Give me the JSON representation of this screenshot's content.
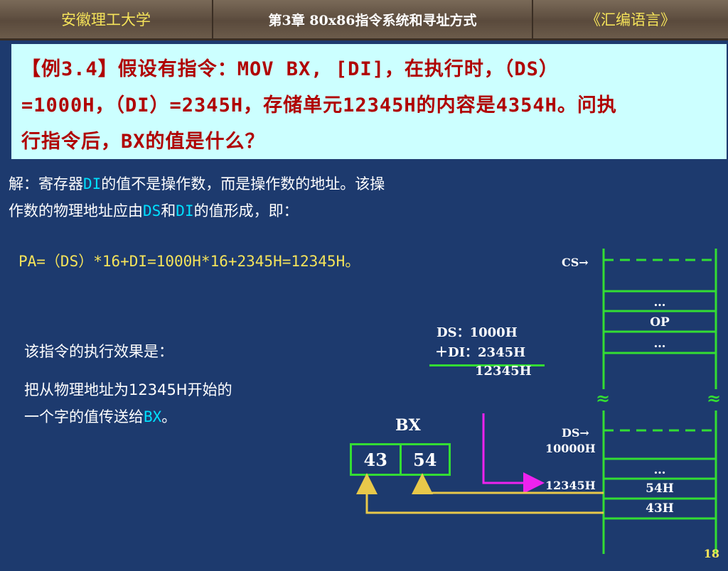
{
  "header": {
    "university": "安徽理工大学",
    "chapter": "第3章   80x86指令系统和寻址方式",
    "course": "《汇编语言》"
  },
  "question": {
    "line1": "【例3.4】假设有指令：MOV    BX, [DI]，在执行时，（DS）",
    "line2": "=1000H，（DI）=2345H，存储单元12345H的内容是4354H。问执",
    "line3": "行指令后，BX的值是什么？"
  },
  "solution": {
    "s1": "解：寄存器",
    "r1": "DI",
    "s2": "的值不是操作数，而是操作数的地址。该操",
    "s3": "作数的物理地址应由",
    "r2": "DS",
    "s4": "和",
    "r3": "DI",
    "s5": "的值形成，即：",
    "formula": "PA=（DS）*16+DI=1000H*16+2345H=12345H。"
  },
  "effect": {
    "intro": "该指令的执行效果是：",
    "p1": "把从物理地址为12345H开始的",
    "p2": "一个字的值传送给",
    "reg": "BX",
    "end": "。"
  },
  "calc": {
    "line1": "DS：1000H",
    "line2": "＋DI：2345H",
    "result": "12345H"
  },
  "bx": {
    "title": "BX",
    "high": "43",
    "low": "54"
  },
  "memory": {
    "cs_label": "CS→",
    "ds_label": "DS→",
    "ds_addr": "10000H",
    "target_addr": "12345H",
    "cells": [
      "…",
      "OP",
      "…",
      "…",
      "54H",
      "43H"
    ],
    "break": "≈"
  },
  "page_number": "18",
  "colors": {
    "background": "#1d3a6e",
    "question_bg": "#ccffff",
    "question_text": "#b00000",
    "highlight_yellow": "#f5e35a",
    "register_cyan": "#00e0ff",
    "memory_green": "#33dd33",
    "arrow_magenta": "#ee22ee",
    "arrow_yellow": "#e8c84a"
  }
}
